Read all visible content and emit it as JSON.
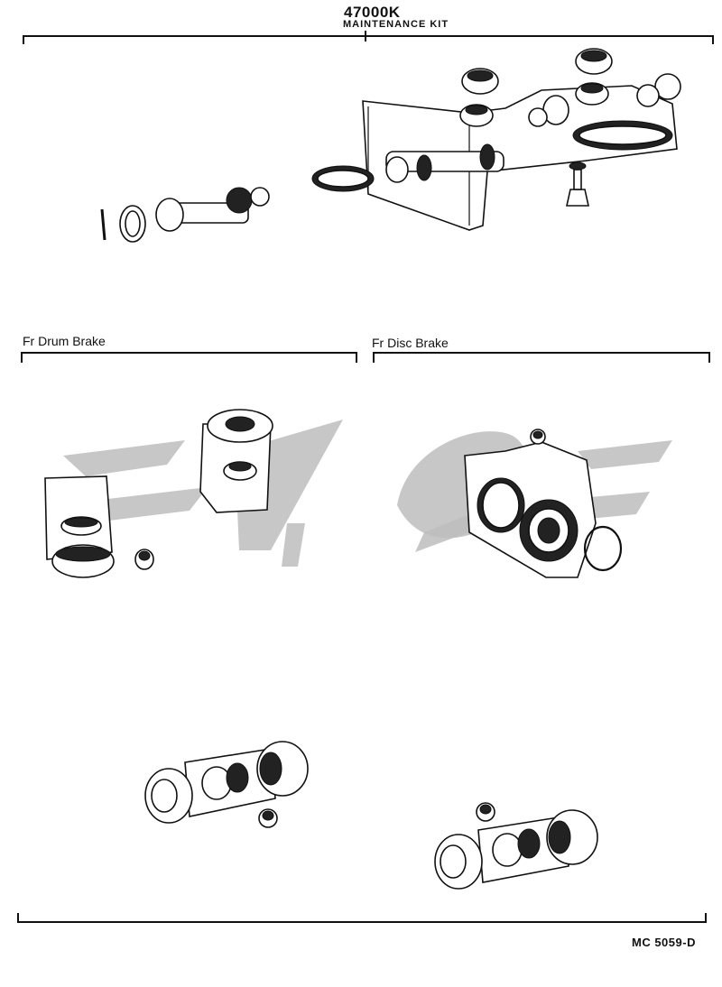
{
  "header": {
    "kit_number": "47000K",
    "kit_name": "MAINTENANCE KIT"
  },
  "sections": {
    "drum": {
      "label": "Fr Drum Brake"
    },
    "disc": {
      "label": "Fr Disc Brake"
    }
  },
  "footer": {
    "code": "MC  5059-D"
  }
}
